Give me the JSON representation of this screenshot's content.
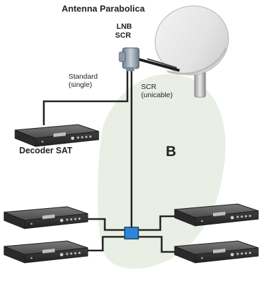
{
  "labels": {
    "antenna": "Antenna Parabolica",
    "lnb_line1": "LNB",
    "lnb_line2": "SCR",
    "standard_line1": "Standard",
    "standard_line2": "(single)",
    "scr_line1": "SCR",
    "scr_line2": "(unicable)",
    "decoder": "Decoder SAT",
    "zone": "B"
  },
  "colors": {
    "zone_fill": "#e9efe4",
    "cable": "#222222",
    "splitter": "#2d86d6",
    "dish": "#e3e3e3",
    "receiver_body": "#3a3a3a"
  },
  "components": {
    "dish": "satellite-dish",
    "lnb": "lnb-unit",
    "splitter": "scr-splitter",
    "receivers": [
      "single-receiver",
      "scr-receiver",
      "scr-receiver",
      "scr-receiver",
      "scr-receiver"
    ]
  }
}
